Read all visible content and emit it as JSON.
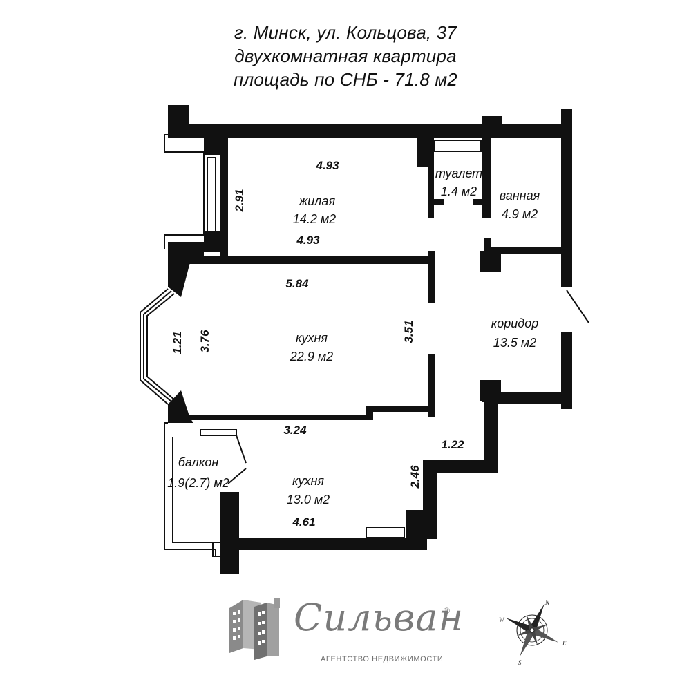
{
  "header": {
    "address": "г. Минск, ул. Кольцова, 37",
    "type": "двухкомнатная квартира",
    "area": "площадь по СНБ - 71.8 м2"
  },
  "rooms": {
    "living": {
      "name": "жилая",
      "area": "14.2 м2"
    },
    "toilet": {
      "name": "туалет",
      "area": "1.4 м2"
    },
    "bathroom": {
      "name": "ванная",
      "area": "4.9 м2"
    },
    "kitchen_big": {
      "name": "кухня",
      "area": "22.9 м2"
    },
    "corridor": {
      "name": "коридор",
      "area": "13.5 м2"
    },
    "balcony": {
      "name": "балкон",
      "area": "1.9(2.7) м2"
    },
    "kitchen_small": {
      "name": "кухня",
      "area": "13.0 м2"
    }
  },
  "dimensions": {
    "living_top": "4.93",
    "living_bottom": "4.93",
    "living_side": "2.91",
    "kitchen_top": "5.84",
    "kitchen_left": "3.76",
    "bay_width": "1.21",
    "kitchen_right": "3.51",
    "kitchen2_top": "3.24",
    "step_width": "1.22",
    "kitchen2_right": "2.46",
    "kitchen2_bottom": "4.61"
  },
  "logo": {
    "name": "Сильван",
    "registered": "®",
    "subtitle": "АГЕНТСТВО НЕДВИЖИМОСТИ"
  },
  "compass": {
    "n": "N",
    "e": "E",
    "s": "S",
    "w": "W"
  }
}
